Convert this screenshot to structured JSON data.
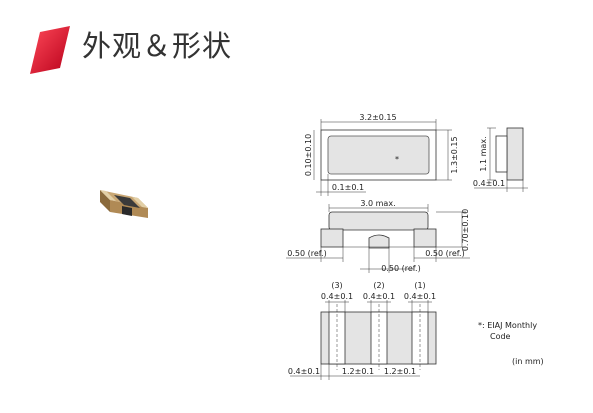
{
  "header": {
    "title": "外观＆形状",
    "accent_color": "#d7001a"
  },
  "drawing": {
    "top_view": {
      "width_dim": "3.2±0.15",
      "height_dim": "1.3±0.15",
      "left_terminal_dim": "0.10±0.10",
      "bottom_dim": "0.1±0.1",
      "marking": "*"
    },
    "side_view": {
      "height_dim": "1.1 max.",
      "bottom_dim": "0.4±0.1"
    },
    "front_view": {
      "length_dim": "3.0 max.",
      "height_dim": "0.70±0.10",
      "left_ref": "0.50 (ref.)",
      "right_ref": "0.50 (ref.)",
      "center_ref": "0.50 (ref.)"
    },
    "bottom_view": {
      "pin_numbers": [
        "(3)",
        "(2)",
        "(1)"
      ],
      "pin_widths": [
        "0.4±0.1",
        "0.4±0.1",
        "0.4±0.1"
      ],
      "edge_dim": "0.4±0.1",
      "pitch_dims": [
        "1.2±0.1",
        "1.2±0.1"
      ]
    },
    "note_line1": "*: EIAJ Monthly",
    "note_line2": "Code",
    "unit_note": "(in mm)"
  }
}
